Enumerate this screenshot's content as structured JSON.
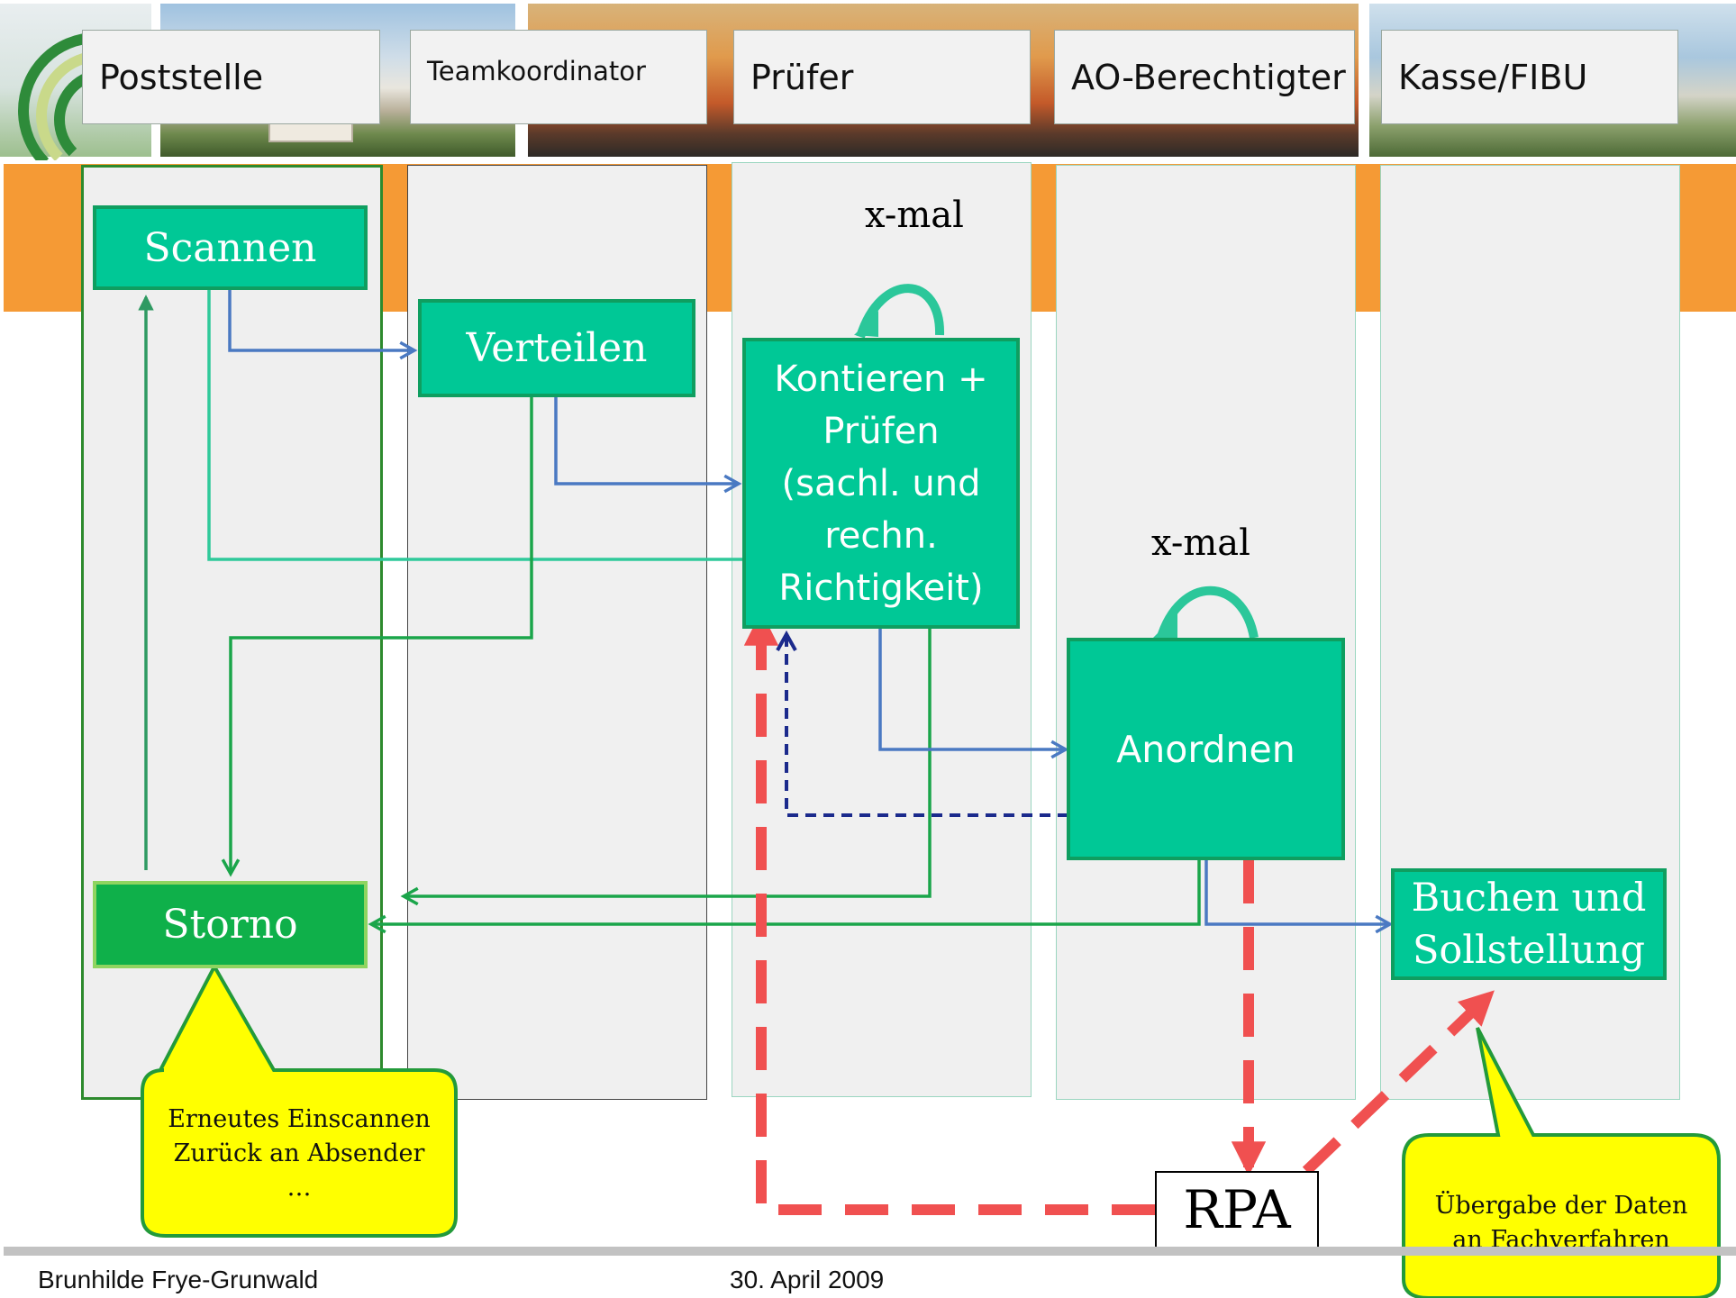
{
  "roles": [
    "Poststelle",
    "Teamkoordinator",
    "Prüfer",
    "AO-Berechtigter",
    "Kasse/FIBU"
  ],
  "boxes": {
    "scannen": "Scannen",
    "verteilen": "Verteilen",
    "kontieren": [
      "Kontieren +",
      "Prüfen",
      "(sachl. und",
      "rechn.",
      "Richtigkeit)"
    ],
    "anordnen": "Anordnen",
    "storno": "Storno",
    "buchen": [
      "Buchen und",
      "Sollstellung"
    ],
    "rpa": "RPA"
  },
  "loop_labels": {
    "pruefer": "x-mal",
    "ao": "x-mal"
  },
  "callouts": {
    "storno": [
      "Erneutes Einscannen",
      "Zurück an Absender",
      "…"
    ],
    "buchen": [
      "Übergabe der Daten",
      "an Fachverfahren"
    ]
  },
  "footer": {
    "author": "Brunhilde Frye-Grunwald",
    "date": "30. April 2009"
  },
  "colors": {
    "box_fill": "#00c896",
    "storno_fill": "#0fb04a",
    "flow_blue": "#4a79c2",
    "flow_green": "#1aa54a",
    "flow_teal": "#2fc99a",
    "dashed_navy": "#1b2a8c",
    "rpa_red": "#f05050",
    "callout_yellow": "#ffff00",
    "accent_orange": "#f59a35"
  }
}
